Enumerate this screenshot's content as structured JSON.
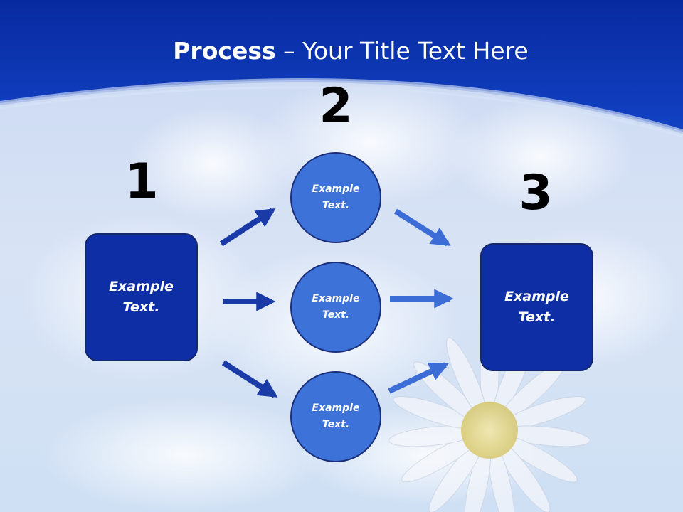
{
  "slide": {
    "title_bold": "Process",
    "title_rest": " – Your Title Text Here"
  },
  "steps": [
    {
      "number": "1"
    },
    {
      "number": "2"
    },
    {
      "number": "3"
    }
  ],
  "start_box": {
    "line1": "Example",
    "line2": "Text."
  },
  "end_box": {
    "line1": "Example",
    "line2": "Text."
  },
  "middle_circles": [
    {
      "line1": "Example",
      "line2": "Text."
    },
    {
      "line1": "Example",
      "line2": "Text."
    },
    {
      "line1": "Example",
      "line2": "Text."
    }
  ],
  "colors": {
    "header_blue": "#0b2fa8",
    "box_blue": "#0d2ea4",
    "circle_blue": "#3d73d8",
    "left_arrows": "#1a3aa8",
    "right_arrows": "#3c6cd6"
  }
}
